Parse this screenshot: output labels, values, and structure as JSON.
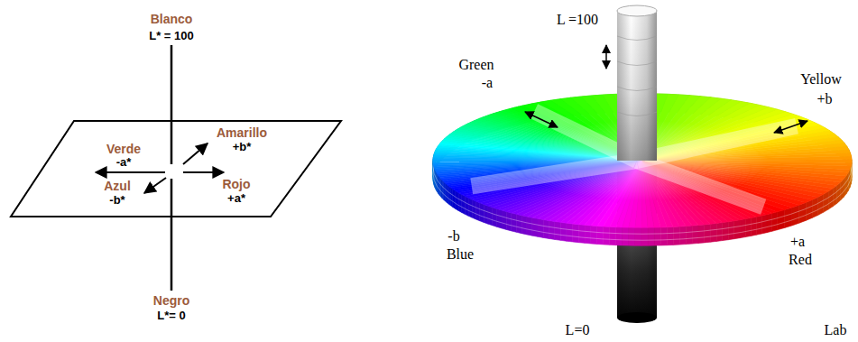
{
  "diagram": {
    "labels": [
      "Blanco",
      "L* = 100",
      "Verde",
      "-a*",
      "Amarillo",
      "+b*",
      "Azul",
      "-b*",
      "Rojo",
      "+a*",
      "Negro",
      "L*= 0",
      "L =100",
      "Green",
      "-a",
      "Yellow",
      "+b",
      "-b",
      "Blue",
      "+a",
      "Red",
      "L=0",
      "Lab"
    ]
  }
}
